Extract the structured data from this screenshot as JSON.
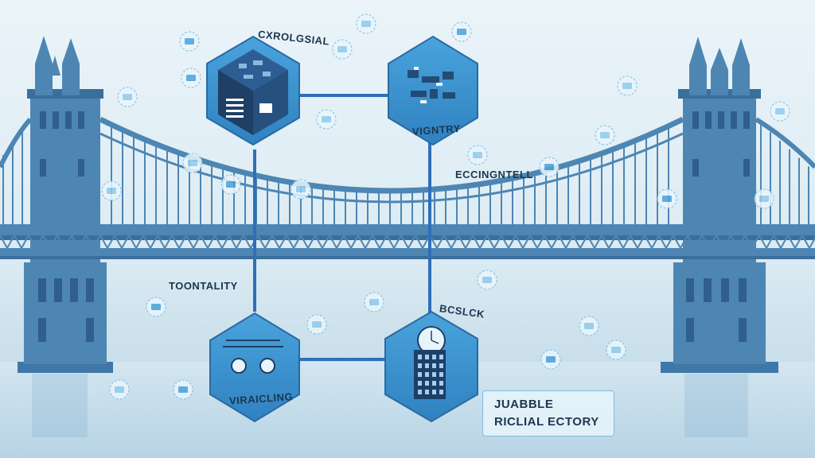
{
  "hex_labels": {
    "top_left": "CXROLGSIAL",
    "top_right": "VIGNTRY",
    "bottom_left": "VIRAICLING",
    "bottom_right": "BCSLCK"
  },
  "side_labels": {
    "right_middle": "ECCINGNTELL",
    "left_middle": "TOONTALITY"
  },
  "label_box": {
    "line1": "JUABBLE",
    "line2": "RICLIAL ECTORY"
  },
  "colors": {
    "bridge": "#4d86b3",
    "bridge_dark": "#3a6f9c",
    "hex_fill": "#3d94cf",
    "hex_dark": "#1f3f66",
    "connector": "#2f6fb8",
    "sky": "#eaf4f9",
    "water": "#c9dfeb"
  }
}
